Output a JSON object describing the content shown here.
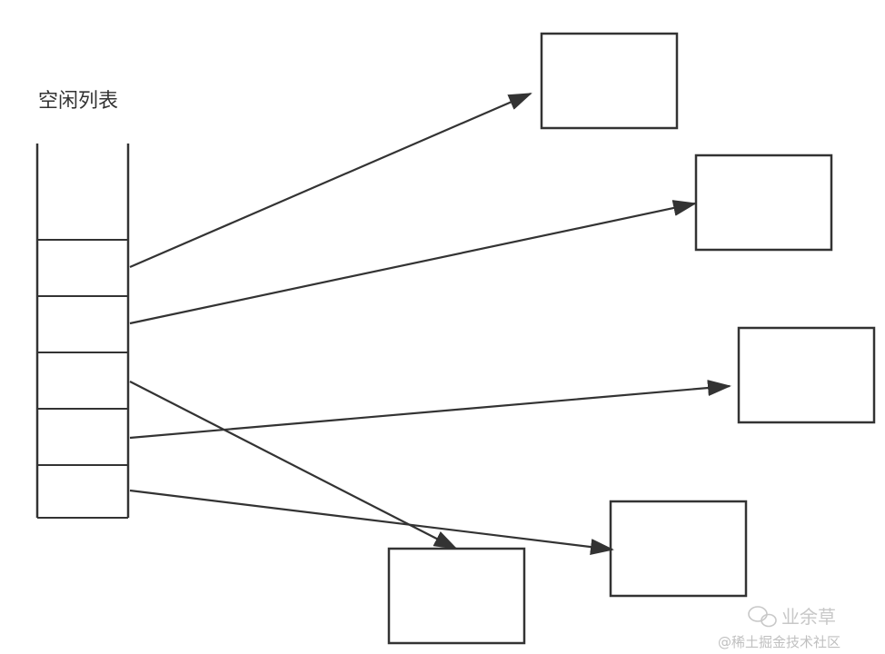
{
  "title": "空闲列表",
  "free_list": {
    "slot_count": 5
  },
  "blocks": [
    {
      "id": "block-1"
    },
    {
      "id": "block-2"
    },
    {
      "id": "block-3"
    },
    {
      "id": "block-4"
    },
    {
      "id": "block-5"
    }
  ],
  "links": [
    {
      "from_slot": 1,
      "to": "block-1"
    },
    {
      "from_slot": 2,
      "to": "block-2"
    },
    {
      "from_slot": 3,
      "to": "block-5"
    },
    {
      "from_slot": 4,
      "to": "block-3"
    },
    {
      "from_slot": 5,
      "to": "block-4"
    }
  ],
  "watermark": {
    "brand": "业余草",
    "credit": "@稀土掘金技术社区"
  },
  "colors": {
    "stroke": "#333333",
    "text": "#333333",
    "watermark": "#c8c8c8"
  }
}
